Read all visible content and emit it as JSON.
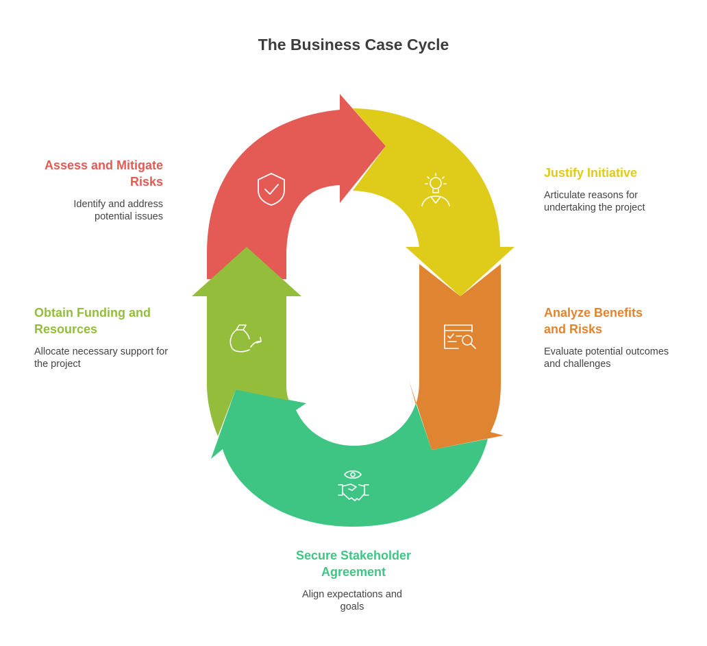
{
  "title": "The Business Case Cycle",
  "steps": [
    {
      "title": "Justify Initiative",
      "description": "Articulate reasons for undertaking the project",
      "color": "#dfcb1a",
      "icon": "lightbulb-person-icon"
    },
    {
      "title": "Analyze Benefits and Risks",
      "description": "Evaluate potential outcomes and challenges",
      "color": "#df8431",
      "icon": "document-magnifier-icon"
    },
    {
      "title": "Secure Stakeholder Agreement",
      "description": "Align expectations and goals",
      "color": "#3ec584",
      "icon": "handshake-eye-icon"
    },
    {
      "title": "Obtain Funding and Resources",
      "description": "Allocate necessary support for the project",
      "color": "#93bd3b",
      "icon": "money-bag-icon"
    },
    {
      "title": "Assess and Mitigate Risks",
      "description": "Identify and address potential issues",
      "color": "#e45a55",
      "icon": "shield-check-icon"
    }
  ]
}
